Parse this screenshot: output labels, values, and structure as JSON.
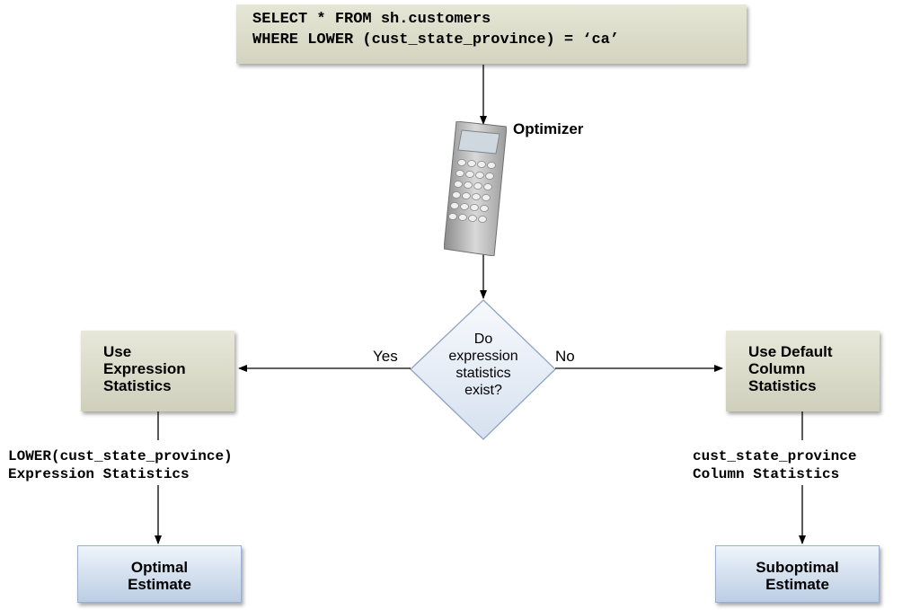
{
  "sql_query": {
    "line1": "SELECT * FROM sh.customers",
    "line2": "WHERE LOWER (cust_state_province) = ‘ca’"
  },
  "optimizer": {
    "label": "Optimizer",
    "icon": "calculator-icon"
  },
  "decision": {
    "lines": [
      "Do",
      "expression",
      "statistics",
      "exist?"
    ],
    "yes_label": "Yes",
    "no_label": "No"
  },
  "left_branch": {
    "box_lines": [
      "Use",
      "Expression",
      "Statistics"
    ],
    "stat_lines": [
      "LOWER(cust_state_province)",
      "Expression Statistics"
    ],
    "result_lines": [
      "Optimal",
      "Estimate"
    ]
  },
  "right_branch": {
    "box_lines": [
      "Use Default",
      "Column",
      "Statistics"
    ],
    "stat_lines": [
      "cust_state_province",
      "Column Statistics"
    ],
    "result_lines": [
      "Suboptimal",
      "Estimate"
    ]
  },
  "colors": {
    "tan_box": "#d8d8c6",
    "blue_box": "#cddaea",
    "diamond_fill": "#eef3fa",
    "diamond_stroke": "#8da4c4"
  }
}
